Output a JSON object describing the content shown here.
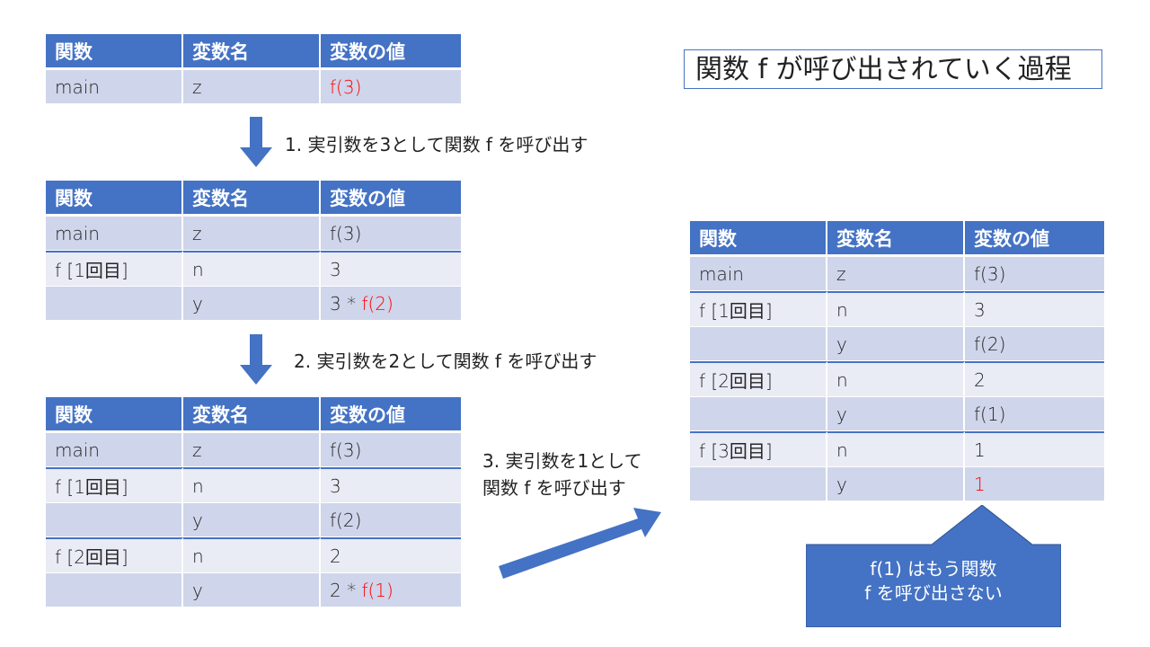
{
  "title": "関数 f が呼び出されていく過程",
  "headers": [
    "関数",
    "変数名",
    "変数の値"
  ],
  "steps": [
    "1. 実引数を3として関数 f を呼び出す",
    "2. 実引数を2として関数 f を呼び出す",
    "3. 実引数を1として",
    "関数 f を呼び出す"
  ],
  "table1": {
    "rows": [
      {
        "func": "main",
        "var": "z",
        "val_prefix": "",
        "val_red": "f(3)"
      }
    ]
  },
  "table2": {
    "rows": [
      {
        "func": "main",
        "var": "z",
        "val_prefix": "f(3)",
        "val_red": ""
      },
      {
        "func": "f [1回目]",
        "var": "n",
        "val_prefix": "3",
        "val_red": ""
      },
      {
        "func": "",
        "var": "y",
        "val_prefix": "3 * ",
        "val_red": "f(2)"
      }
    ]
  },
  "table3": {
    "rows": [
      {
        "func": "main",
        "var": "z",
        "val_prefix": "f(3)",
        "val_red": ""
      },
      {
        "func": "f [1回目]",
        "var": "n",
        "val_prefix": "3",
        "val_red": ""
      },
      {
        "func": "",
        "var": "y",
        "val_prefix": "f(2)",
        "val_red": ""
      },
      {
        "func": "f [2回目]",
        "var": "n",
        "val_prefix": "2",
        "val_red": ""
      },
      {
        "func": "",
        "var": "y",
        "val_prefix": "2 * ",
        "val_red": "f(1)"
      }
    ]
  },
  "table4": {
    "rows": [
      {
        "func": "main",
        "var": "z",
        "val_prefix": "f(3)",
        "val_red": ""
      },
      {
        "func": "f [1回目]",
        "var": "n",
        "val_prefix": "3",
        "val_red": ""
      },
      {
        "func": "",
        "var": "y",
        "val_prefix": "f(2)",
        "val_red": ""
      },
      {
        "func": "f [2回目]",
        "var": "n",
        "val_prefix": "2",
        "val_red": ""
      },
      {
        "func": "",
        "var": "y",
        "val_prefix": "f(1)",
        "val_red": ""
      },
      {
        "func": "f [3回目]",
        "var": "n",
        "val_prefix": "1",
        "val_red": ""
      },
      {
        "func": "",
        "var": "y",
        "val_prefix": "",
        "val_red": "1"
      }
    ]
  },
  "callout": {
    "line1": "f(1) はもう関数",
    "line2": "f を呼び出さない"
  },
  "colors": {
    "header": "#4472c4",
    "row_dark": "#cfd5ea",
    "row_light": "#e9ebf5",
    "highlight": "#ff0000",
    "arrow": "#4472c4"
  }
}
